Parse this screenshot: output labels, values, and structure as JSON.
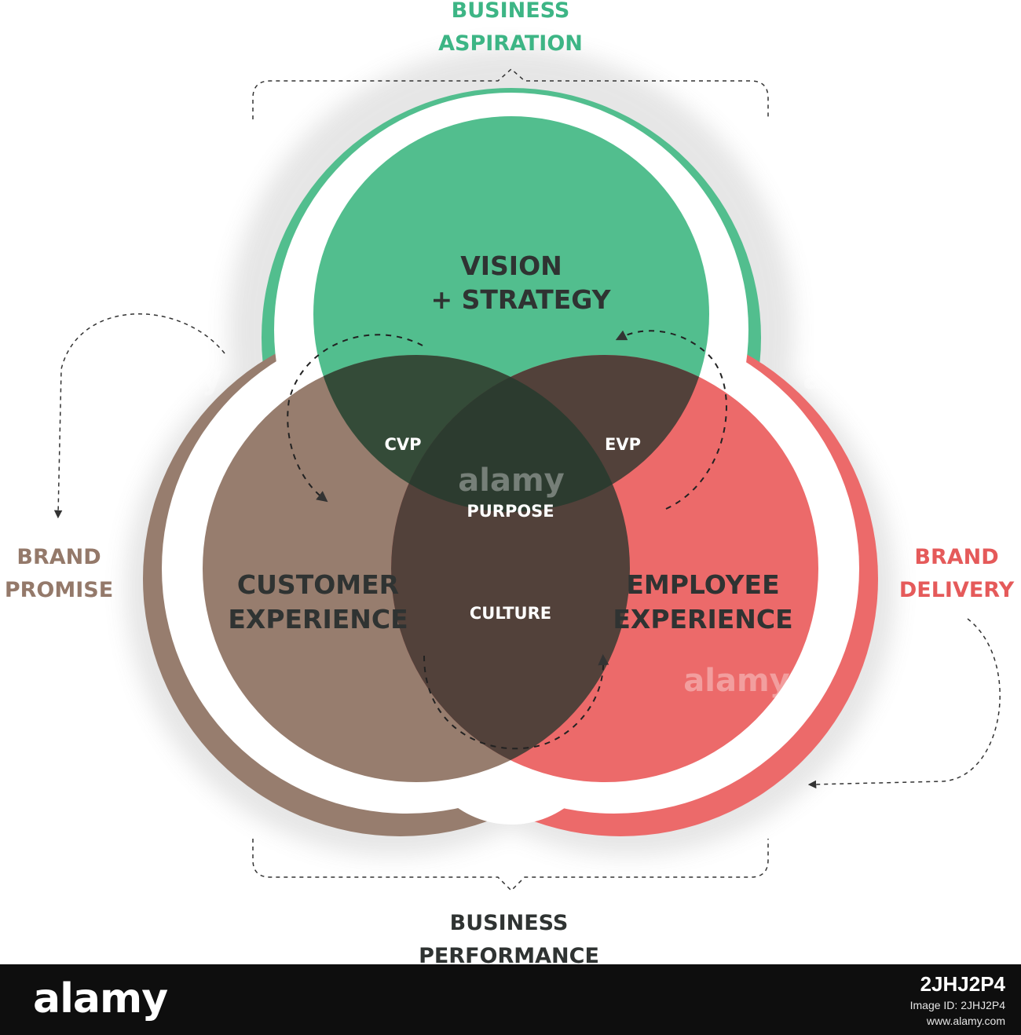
{
  "colors": {
    "green": "#52be8e",
    "brown": "#977d6e",
    "red": "#ec6a6a",
    "green_label": "#3db585",
    "brown_label": "#94796a",
    "red_label": "#e55a5a",
    "dark_text": "#2f3332",
    "overlap_green_brown": "#344b38",
    "overlap_green_red": "#52413a",
    "overlap_brown_red": "#52413a",
    "overlap_center": "#2c3b2f"
  },
  "labels": {
    "business_aspiration": [
      "BUSINESS",
      "ASPIRATION"
    ],
    "business_performance": [
      "BUSINESS",
      "PERFORMANCE"
    ],
    "brand_promise": [
      "BRAND",
      "PROMISE"
    ],
    "brand_delivery": [
      "BRAND",
      "DELIVERY"
    ]
  },
  "circles": {
    "vision": [
      "VISION",
      "+ STRATEGY"
    ],
    "customer": [
      "CUSTOMER",
      "EXPERIENCE"
    ],
    "employee": [
      "EMPLOYEE",
      "EXPERIENCE"
    ]
  },
  "overlaps": {
    "cvp": "CVP",
    "evp": "EVP",
    "purpose": "PURPOSE",
    "culture": "CULTURE"
  },
  "watermark": "alamy",
  "footer": {
    "logo": "alamy",
    "image_id_label": "Image ID: 2JHJ2P4",
    "image_id": "2JHJ2P4",
    "url": "www.alamy.com"
  }
}
